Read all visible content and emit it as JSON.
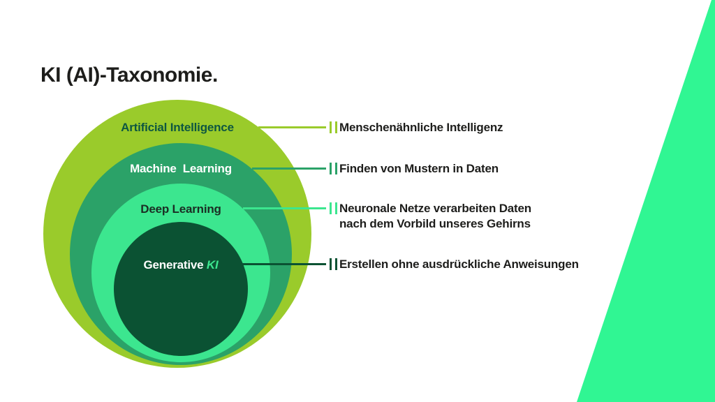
{
  "title": "KI (AI)-Taxonomie.",
  "rings": [
    {
      "id": "artificial-intelligence",
      "label": "Artificial Intelligence",
      "ring_color": "#9ACB2B",
      "label_color": "#0E5741",
      "annotation": "Menschenähnliche Intelligenz"
    },
    {
      "id": "machine-learning",
      "label": "Machine  Learning",
      "ring_color": "#2BA268",
      "label_color": "#FFFFFF",
      "annotation": "Finden von Mustern in Daten"
    },
    {
      "id": "deep-learning",
      "label": "Deep Learning",
      "ring_color": "#3CE68F",
      "label_color": "#1B2E24",
      "annotation_line1": "Neuronale Netze verarbeiten Daten",
      "annotation_line2": "nach dem Vorbild unseres Gehirns"
    },
    {
      "id": "generative-ki",
      "label_main": "Generative ",
      "label_accent": "KI",
      "ring_color": "#0B5233",
      "label_color": "#FFFFFF",
      "accent_color": "#3CE68F",
      "annotation": "Erstellen ohne ausdrückliche Anweisungen"
    }
  ],
  "colors": {
    "background": "#FFFFFF",
    "title_text": "#1D1D1B",
    "annotation_text": "#1D1D1B",
    "corner_wedge": "#30F693"
  }
}
